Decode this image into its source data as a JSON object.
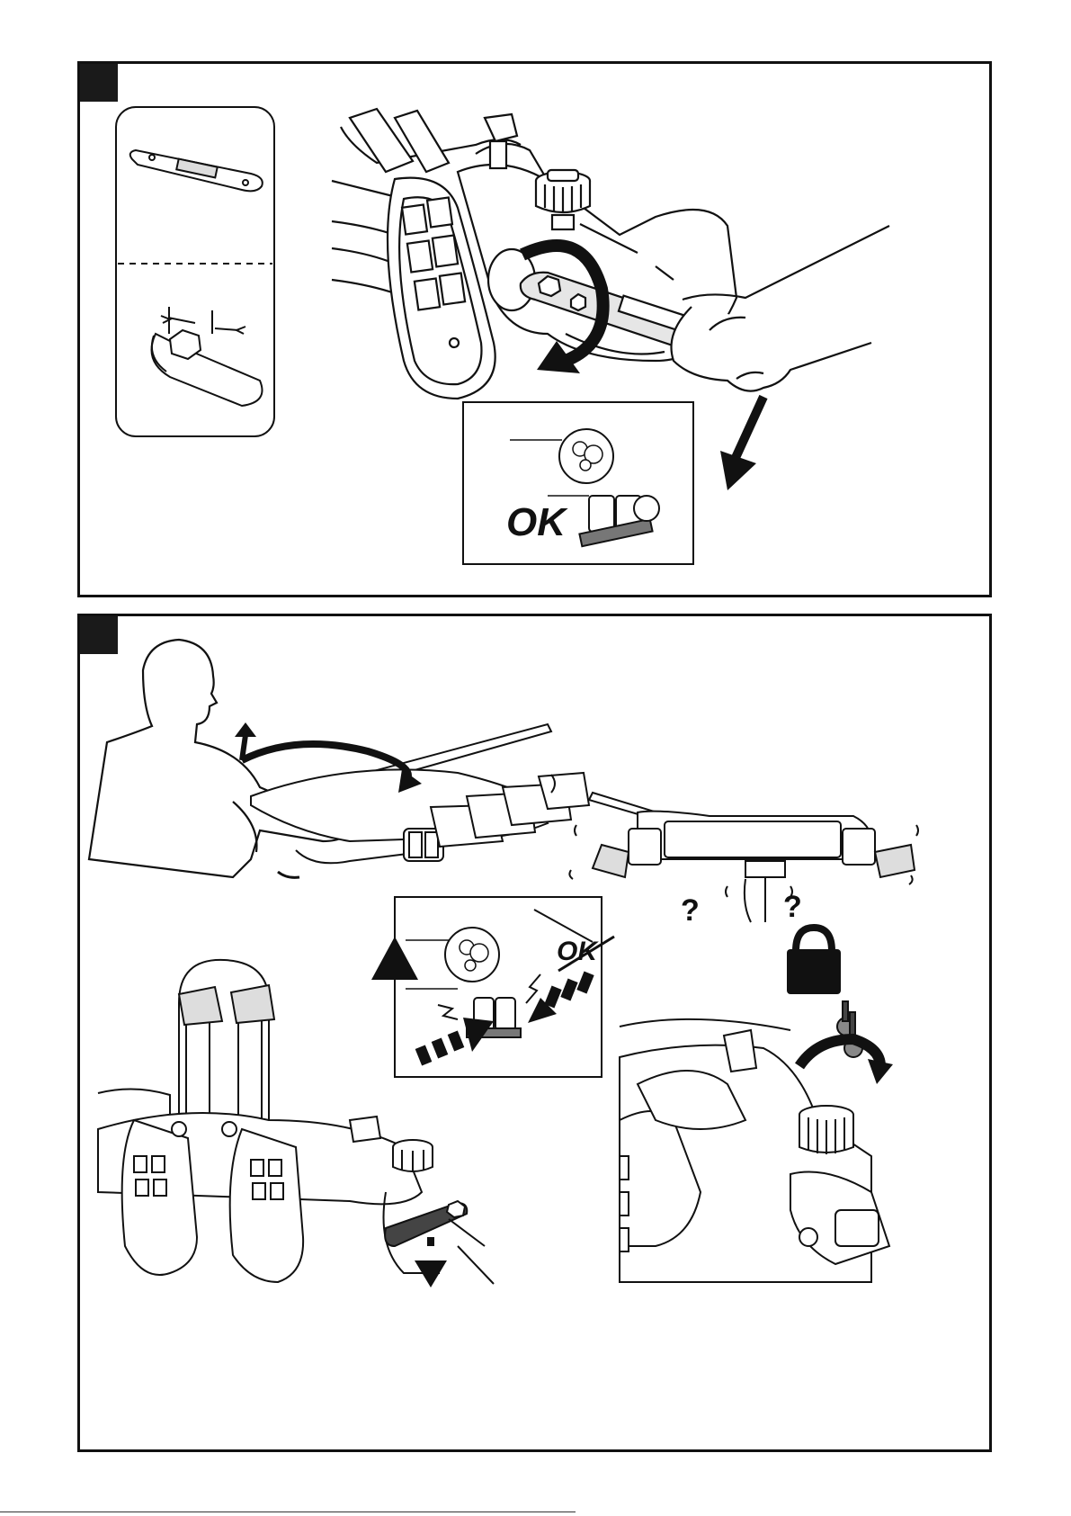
{
  "panels": [
    {
      "id": "step-a",
      "step_label": "",
      "callout_text": "OK"
    },
    {
      "id": "step-b",
      "step_label": "",
      "callout_text": "OK"
    }
  ],
  "icons": [
    "wrench-icon",
    "hex-nut-icon",
    "rotate-arrow-icon",
    "down-arrow-icon",
    "person-icon",
    "padlock-icon",
    "key-icon",
    "question-mark-icon",
    "warning-triangle-icon"
  ],
  "colors": {
    "ink": "#111111",
    "fill_dark": "#1a1a1a",
    "paper": "#ffffff",
    "shade": "#cfcfcf"
  }
}
